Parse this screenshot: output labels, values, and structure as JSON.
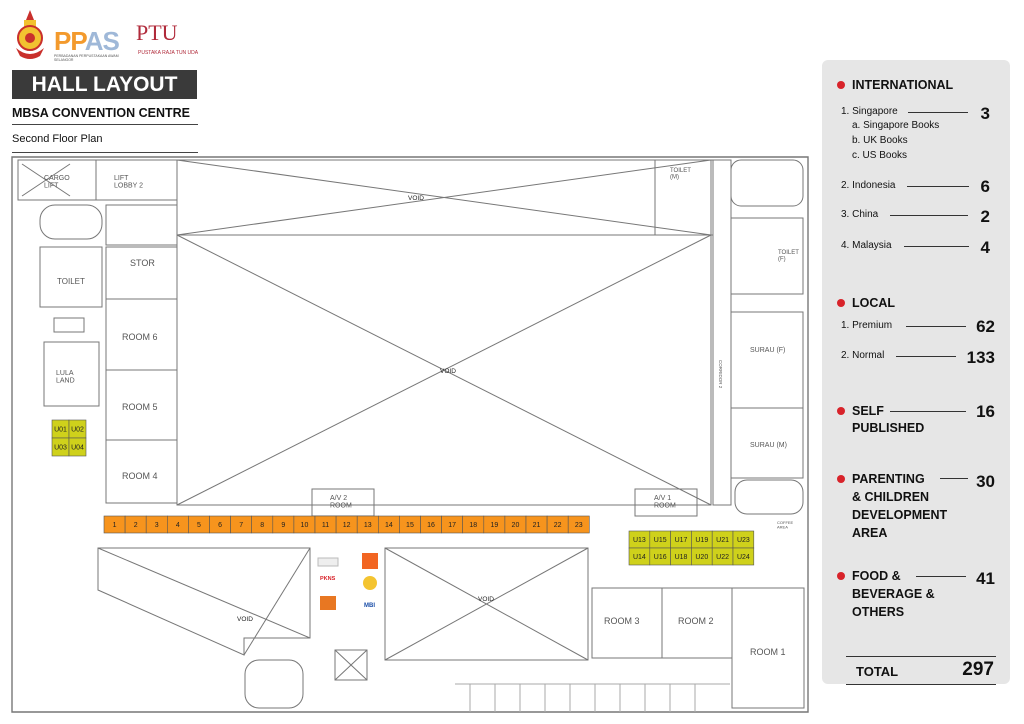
{
  "header": {
    "ppas_p1": "PP",
    "ppas_p2": "AS",
    "ppas_sub": "PERBADANAN PERPUSTAKAAN AWAM SELANGOR",
    "ptu": "PTU",
    "ptu_sub": "PUSTAKA RAJA TUN UDA",
    "title": "HALL LAYOUT",
    "subtitle": "MBSA CONVENTION CENTRE",
    "floor": "Second Floor Plan"
  },
  "plan": {
    "rooms": {
      "cargo_lift": "CARGO\nLIFT",
      "lift_lobby": "LIFT\nLOBBY 2",
      "stor": "STOR",
      "toilet_left": "TOILET",
      "lula_land": "LULA\nLAND",
      "room6": "ROOM 6",
      "room5": "ROOM 5",
      "room4": "ROOM 4",
      "void_top": "VOID",
      "void_center": "VOID",
      "void_bl": "VOID",
      "void_bc": "VOID",
      "av2": "A/V 2\nROOM",
      "av1": "A/V 1\nROOM",
      "toilet_m": "TOILET\n(M)",
      "toilet_f": "TOILET\n(F)",
      "surau_f": "SURAU (F)",
      "surau_m": "SURAU (M)",
      "corridor": "CORRIDOR 2",
      "coffee": "COFFEE\nAREA",
      "room3": "ROOM 3",
      "room2": "ROOM 2",
      "room1": "ROOM 1"
    },
    "booths_orange": [
      "1",
      "2",
      "3",
      "4",
      "5",
      "6",
      "7",
      "8",
      "9",
      "10",
      "11",
      "12",
      "13",
      "14",
      "15",
      "16",
      "17",
      "18",
      "19",
      "20",
      "21",
      "22",
      "23"
    ],
    "booths_u_left": [
      "U01",
      "U02",
      "U03",
      "U04"
    ],
    "booths_u_right_top": [
      "U13",
      "U15",
      "U17",
      "U19",
      "U21",
      "U23"
    ],
    "booths_u_right_bottom": [
      "U14",
      "U16",
      "U18",
      "U20",
      "U22",
      "U24"
    ],
    "sponsors": [
      "PKNS",
      "MBI"
    ],
    "colors": {
      "orange": "#f7941d",
      "lime": "#cfd11b",
      "line": "#777777"
    }
  },
  "summary": {
    "international": {
      "title": "INTERNATIONAL",
      "items": [
        {
          "label": "1. Singapore",
          "value": "3",
          "subs": [
            "a. Singapore Books",
            "b. UK Books",
            "c. US Books"
          ]
        },
        {
          "label": "2. Indonesia",
          "value": "6"
        },
        {
          "label": "3. China",
          "value": "2"
        },
        {
          "label": "4. Malaysia",
          "value": "4"
        }
      ]
    },
    "local": {
      "title": "LOCAL",
      "items": [
        {
          "label": "1. Premium",
          "value": "62"
        },
        {
          "label": "2. Normal",
          "value": "133"
        }
      ]
    },
    "self_published": {
      "title_l1": "SELF",
      "title_l2": "PUBLISHED",
      "value": "16"
    },
    "parenting": {
      "title_l1": "PARENTING",
      "title_l2": "& CHILDREN",
      "title_l3": "DEVELOPMENT",
      "title_l4": "AREA",
      "value": "30"
    },
    "food": {
      "title_l1": "FOOD &",
      "title_l2": "BEVERAGE &",
      "title_l3": "OTHERS",
      "value": "41"
    },
    "total": {
      "label": "TOTAL",
      "value": "297"
    },
    "accent": "#d8232a"
  }
}
